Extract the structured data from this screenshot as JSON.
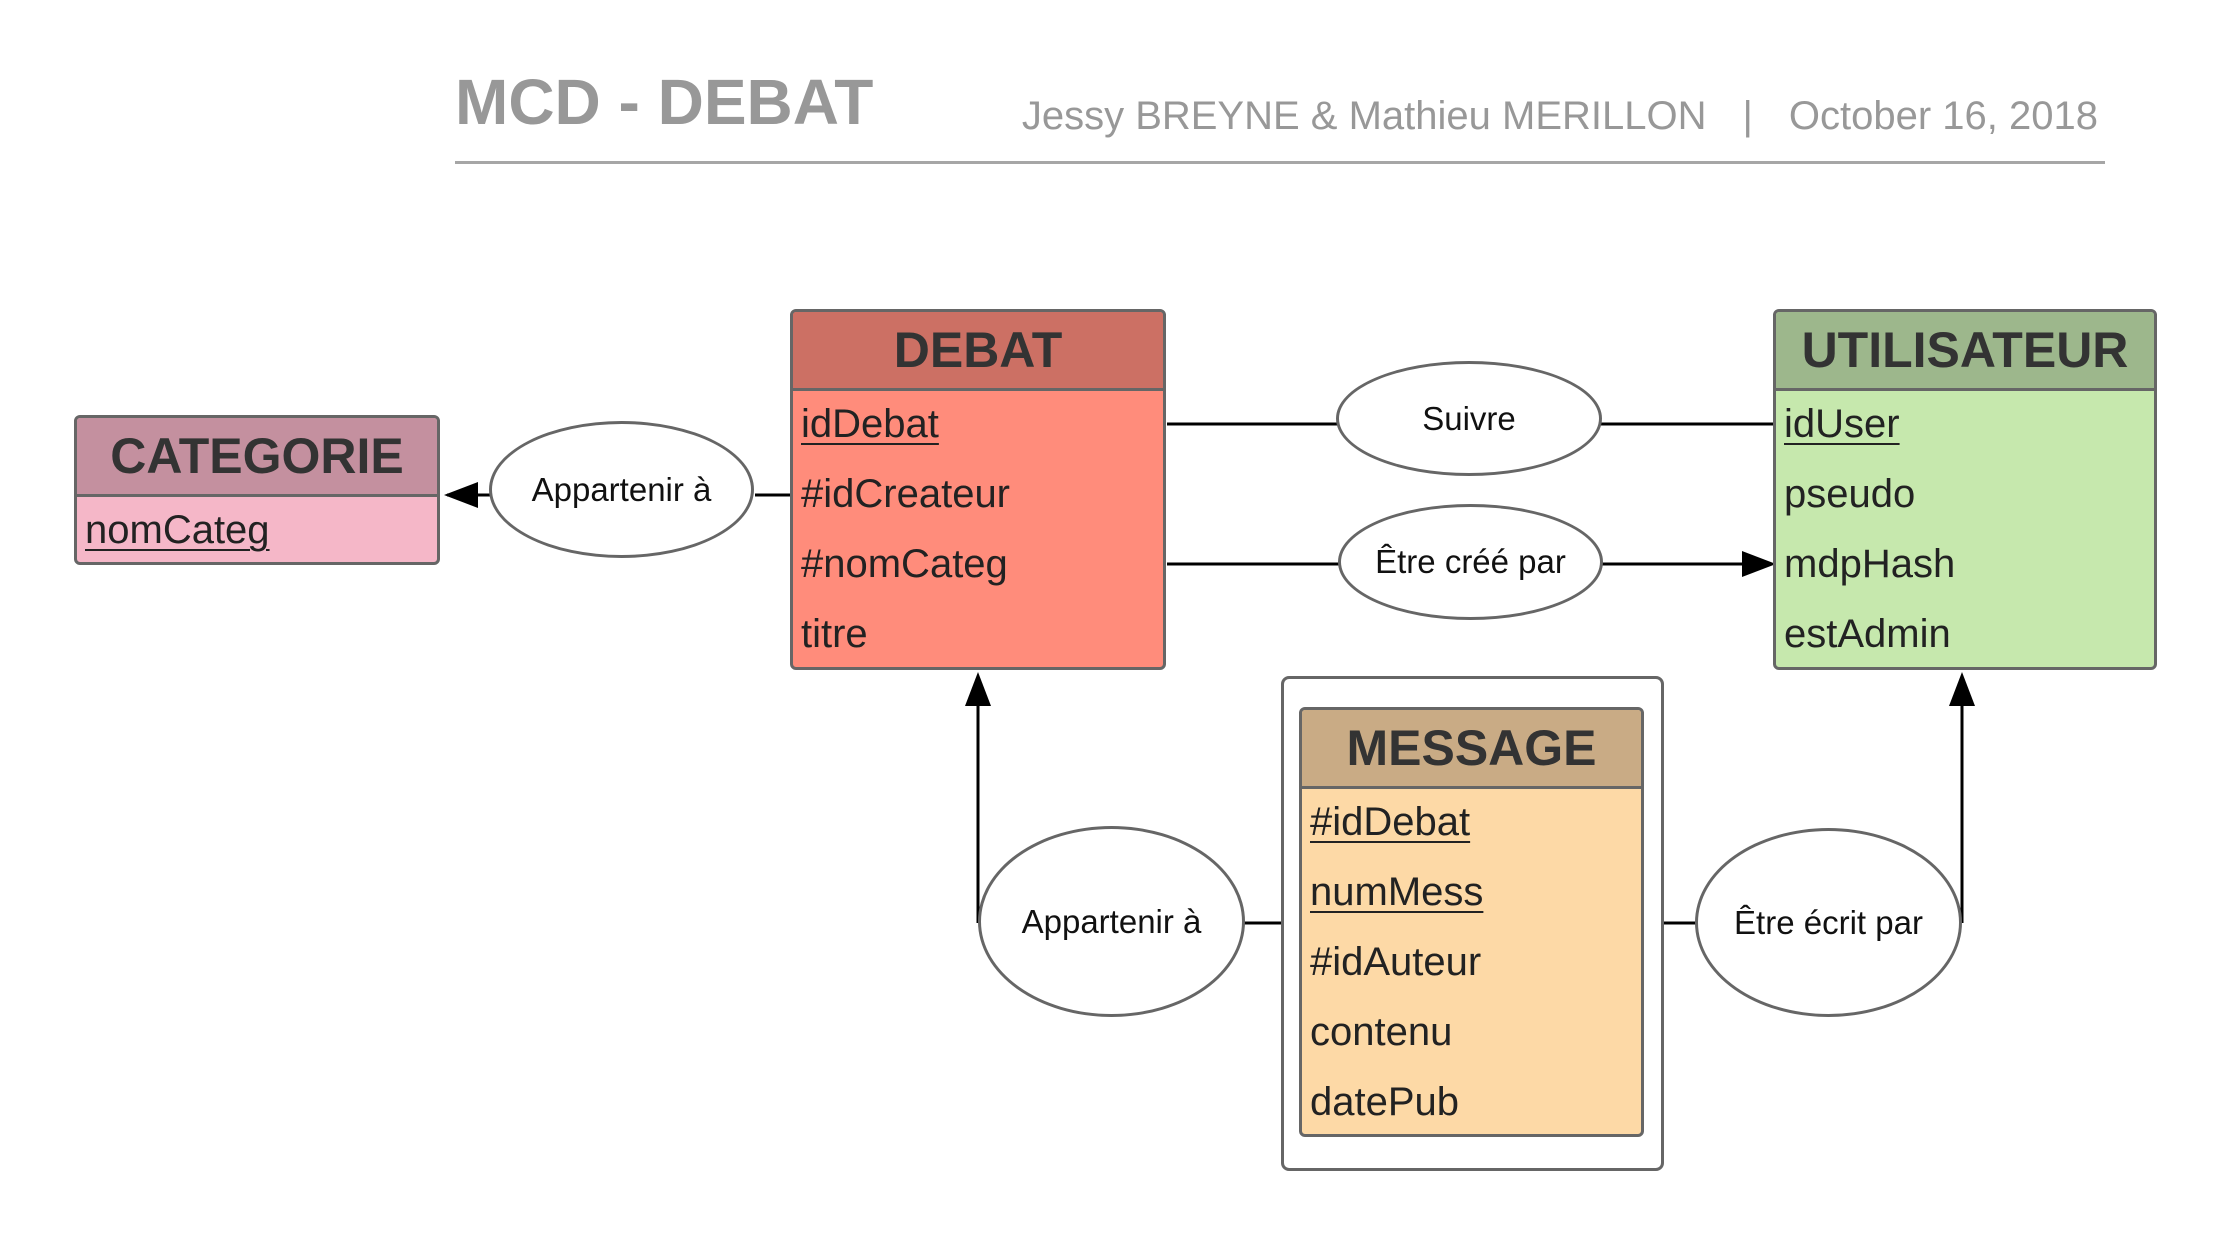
{
  "header": {
    "title": "MCD - DEBAT",
    "authors": "Jessy BREYNE & Mathieu MERILLON",
    "separator": "|",
    "date": "October 16, 2018"
  },
  "entities": {
    "categorie": {
      "name": "CATEGORIE",
      "head_color": "#c4909f",
      "body_color": "#f5b7c8",
      "attributes": [
        {
          "label": "nomCateg",
          "key": true
        }
      ]
    },
    "debat": {
      "name": "DEBAT",
      "head_color": "#cc7064",
      "body_color": "#ff8c7b",
      "attributes": [
        {
          "label": "idDebat",
          "key": true
        },
        {
          "label": "#idCreateur",
          "key": false
        },
        {
          "label": "#nomCateg",
          "key": false
        },
        {
          "label": "titre",
          "key": false
        }
      ]
    },
    "utilisateur": {
      "name": "UTILISATEUR",
      "head_color": "#9db78c",
      "body_color": "#c6e8ad",
      "attributes": [
        {
          "label": "idUser",
          "key": true
        },
        {
          "label": "pseudo",
          "key": false
        },
        {
          "label": "mdpHash",
          "key": false
        },
        {
          "label": "estAdmin",
          "key": false
        }
      ]
    },
    "message": {
      "name": "MESSAGE",
      "head_color": "#c9ab85",
      "body_color": "#fdd9a6",
      "attributes": [
        {
          "label": "#idDebat",
          "key": true
        },
        {
          "label": "numMess",
          "key": true
        },
        {
          "label": "#idAuteur",
          "key": false
        },
        {
          "label": "contenu",
          "key": false
        },
        {
          "label": "datePub",
          "key": false
        }
      ]
    }
  },
  "associations": {
    "debat_categorie": "Appartenir à",
    "suivre": "Suivre",
    "cree_par": "Être créé par",
    "message_debat": "Appartenir à",
    "ecrit_par": "Être écrit par"
  }
}
